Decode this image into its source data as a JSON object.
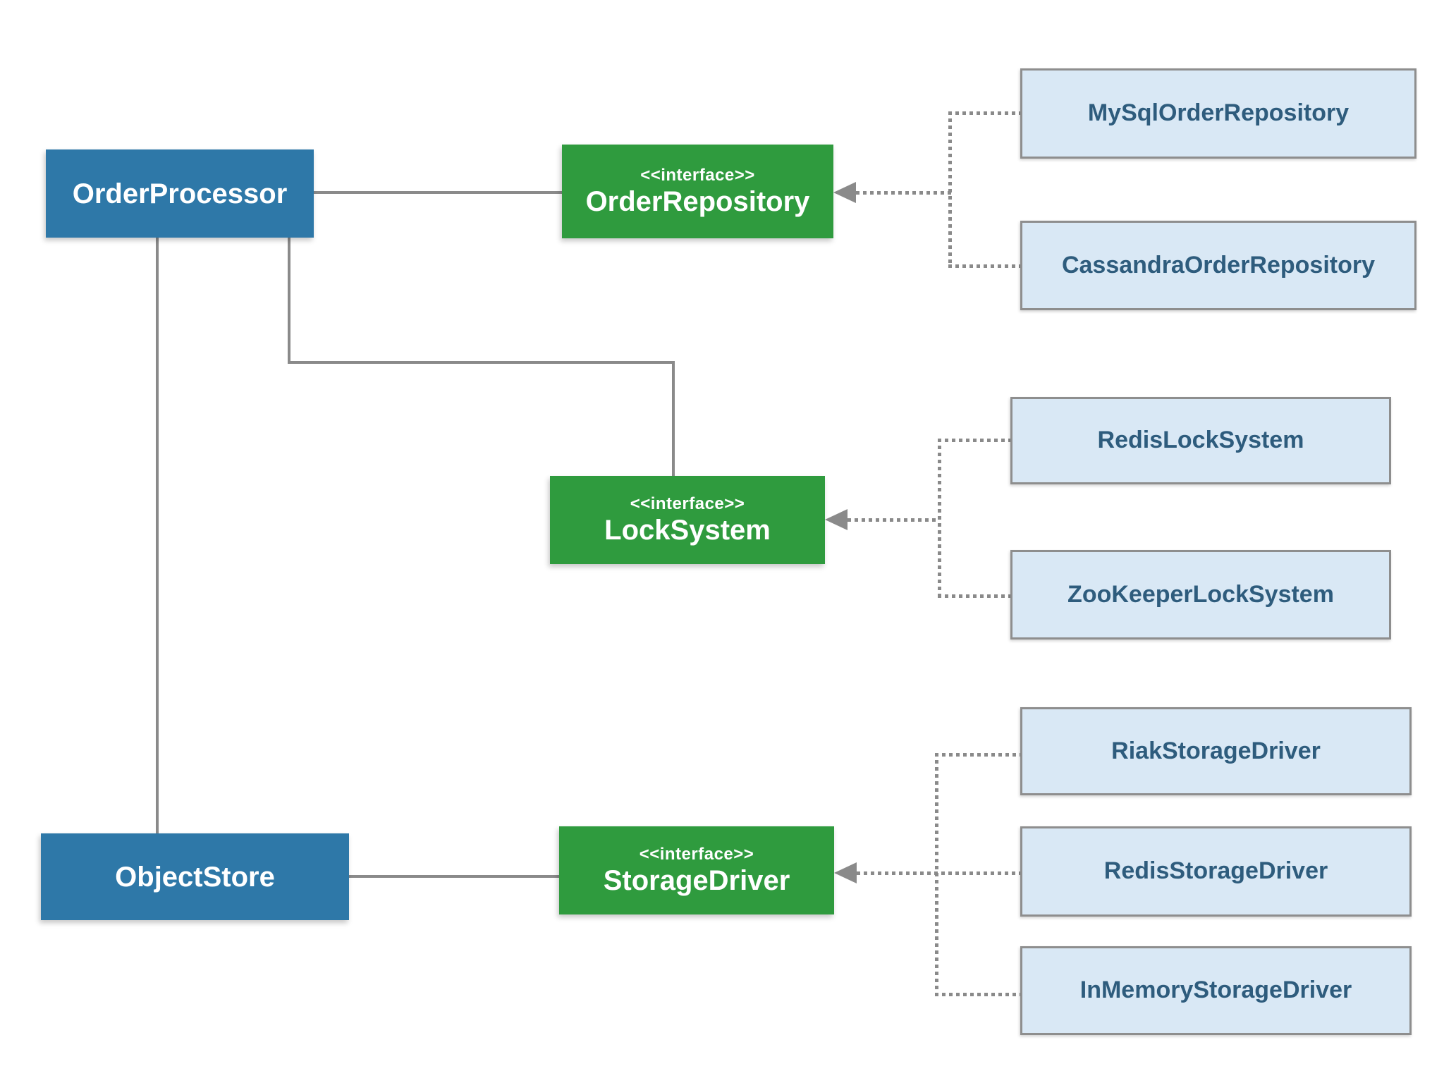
{
  "diagram": {
    "kind": "uml-class-diagram",
    "background": "#ffffff",
    "colors": {
      "class_fill": "#2e78a8",
      "class_text": "#ffffff",
      "interface_fill": "#2f9b3e",
      "interface_text": "#ffffff",
      "implementation_fill": "#d9e8f5",
      "implementation_text": "#2e5c7d",
      "implementation_border": "#8e8e8e",
      "connector": "#8a8a8a"
    },
    "boxes": {
      "order_processor": {
        "label": "OrderProcessor",
        "type": "class"
      },
      "object_store": {
        "label": "ObjectStore",
        "type": "class"
      },
      "order_repository": {
        "stereotype": "<<interface>>",
        "label": "OrderRepository",
        "type": "interface"
      },
      "lock_system": {
        "stereotype": "<<interface>>",
        "label": "LockSystem",
        "type": "interface"
      },
      "storage_driver": {
        "stereotype": "<<interface>>",
        "label": "StorageDriver",
        "type": "interface"
      },
      "mysql_order_repository": {
        "label": "MySqlOrderRepository",
        "type": "implementation"
      },
      "cassandra_order_repository": {
        "label": "CassandraOrderRepository",
        "type": "implementation"
      },
      "redis_lock_system": {
        "label": "RedisLockSystem",
        "type": "implementation"
      },
      "zookeeper_lock_system": {
        "label": "ZooKeeperLockSystem",
        "type": "implementation"
      },
      "riak_storage_driver": {
        "label": "RiakStorageDriver",
        "type": "implementation"
      },
      "redis_storage_driver": {
        "label": "RedisStorageDriver",
        "type": "implementation"
      },
      "in_memory_storage_driver": {
        "label": "InMemoryStorageDriver",
        "type": "implementation"
      }
    },
    "relationships": [
      {
        "from": "OrderProcessor",
        "to": "OrderRepository",
        "style": "solid-association"
      },
      {
        "from": "OrderProcessor",
        "to": "LockSystem",
        "style": "solid-association"
      },
      {
        "from": "OrderProcessor",
        "to": "ObjectStore",
        "style": "solid-association"
      },
      {
        "from": "ObjectStore",
        "to": "StorageDriver",
        "style": "solid-association"
      },
      {
        "from": "MySqlOrderRepository",
        "to": "OrderRepository",
        "style": "dotted-arrow"
      },
      {
        "from": "CassandraOrderRepository",
        "to": "OrderRepository",
        "style": "dotted-arrow"
      },
      {
        "from": "RedisLockSystem",
        "to": "LockSystem",
        "style": "dotted-arrow"
      },
      {
        "from": "ZooKeeperLockSystem",
        "to": "LockSystem",
        "style": "dotted-arrow"
      },
      {
        "from": "RiakStorageDriver",
        "to": "StorageDriver",
        "style": "dotted-arrow"
      },
      {
        "from": "RedisStorageDriver",
        "to": "StorageDriver",
        "style": "dotted-arrow"
      },
      {
        "from": "InMemoryStorageDriver",
        "to": "StorageDriver",
        "style": "dotted-arrow"
      }
    ]
  }
}
